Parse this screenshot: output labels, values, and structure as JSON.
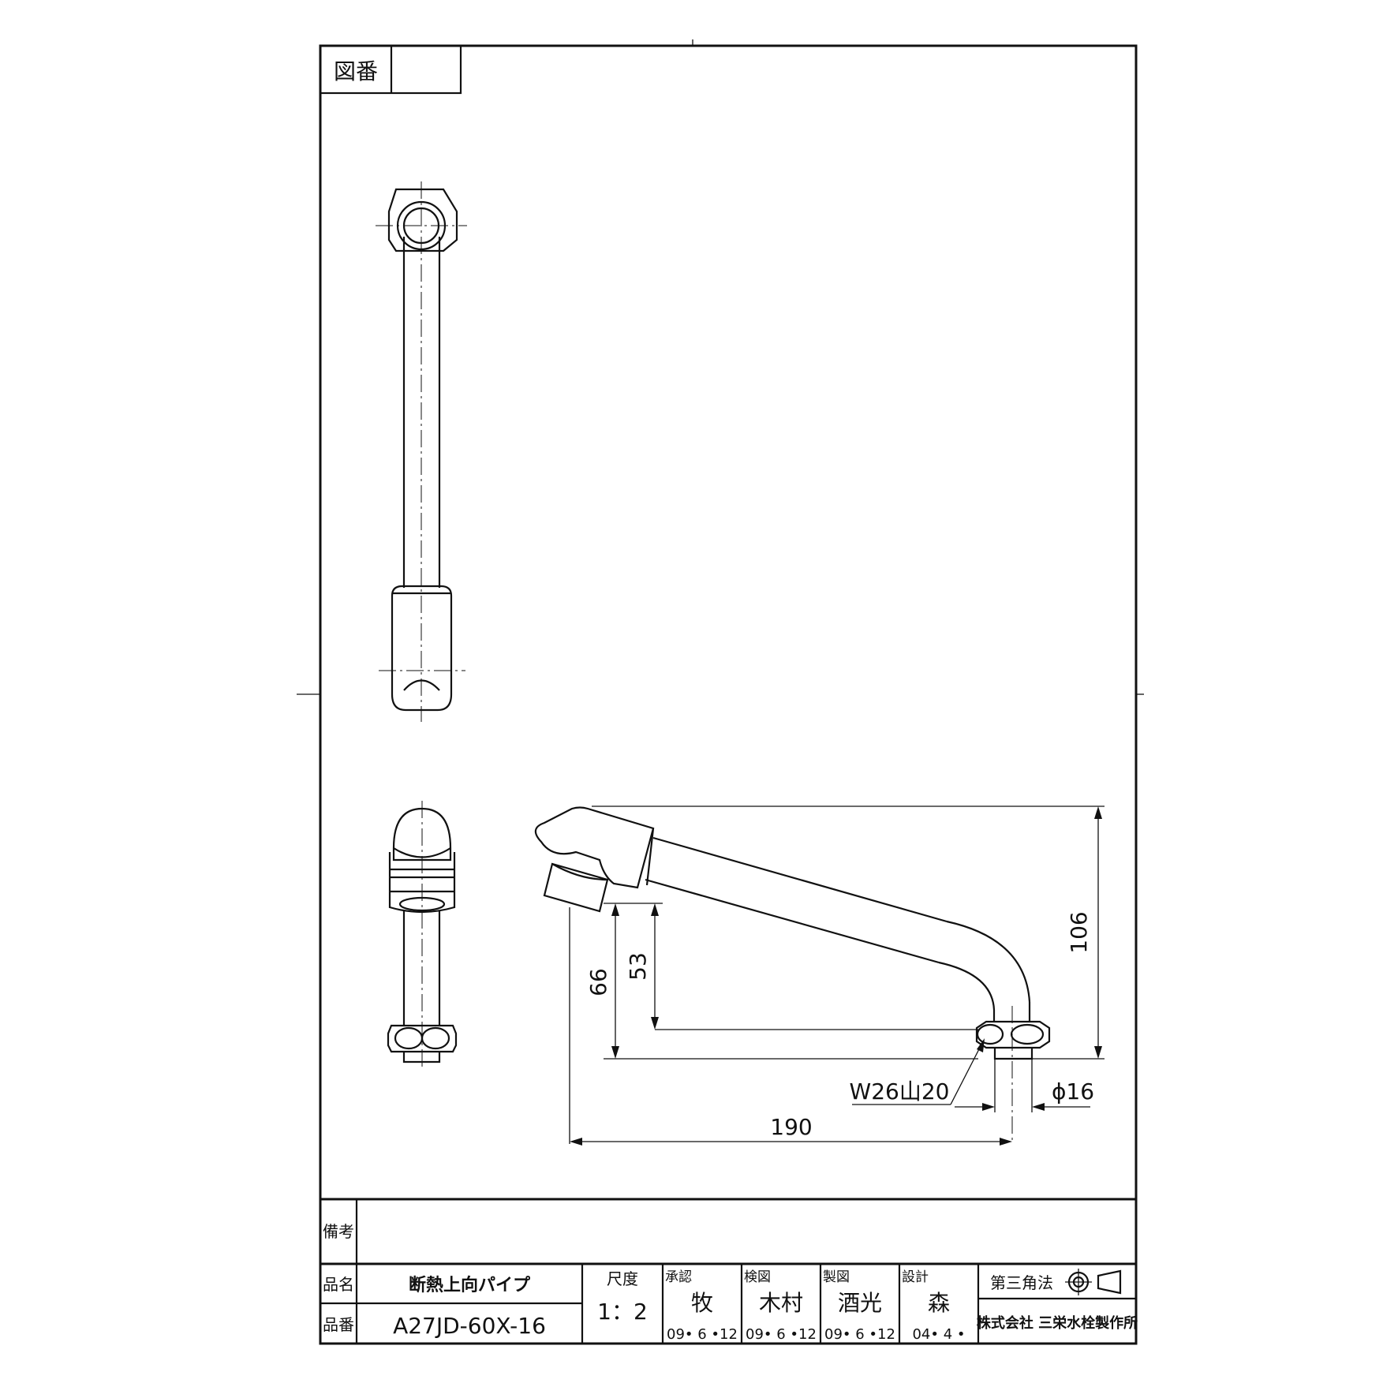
{
  "title_block": {
    "drawing_no_label": "図番",
    "drawing_no_value": "",
    "remarks_label": "備考",
    "product_name_label": "品名",
    "product_name": "断熱上向パイプ",
    "part_no_label": "品番",
    "part_no": "A27JD-60X-16",
    "scale_label": "尺度",
    "scale": "1：2",
    "approved_label": "承認",
    "approved_by": "牧",
    "approved_date": "09• 6 •12",
    "checked_label": "検図",
    "checked_by": "木村",
    "checked_date": "09• 6 •12",
    "drawn_label": "製図",
    "drawn_by": "酒光",
    "drawn_date": "09• 6 •12",
    "design_label": "設計",
    "designed_by": "森",
    "designed_date": "04• 4 •",
    "projection": "第三角法",
    "company": "株式会社 三栄水栓製作所"
  },
  "dimensions": {
    "height_total": "106",
    "height_mid": "66",
    "height_low": "53",
    "length": "190",
    "thread": "W26山20",
    "diameter": "ϕ16"
  }
}
